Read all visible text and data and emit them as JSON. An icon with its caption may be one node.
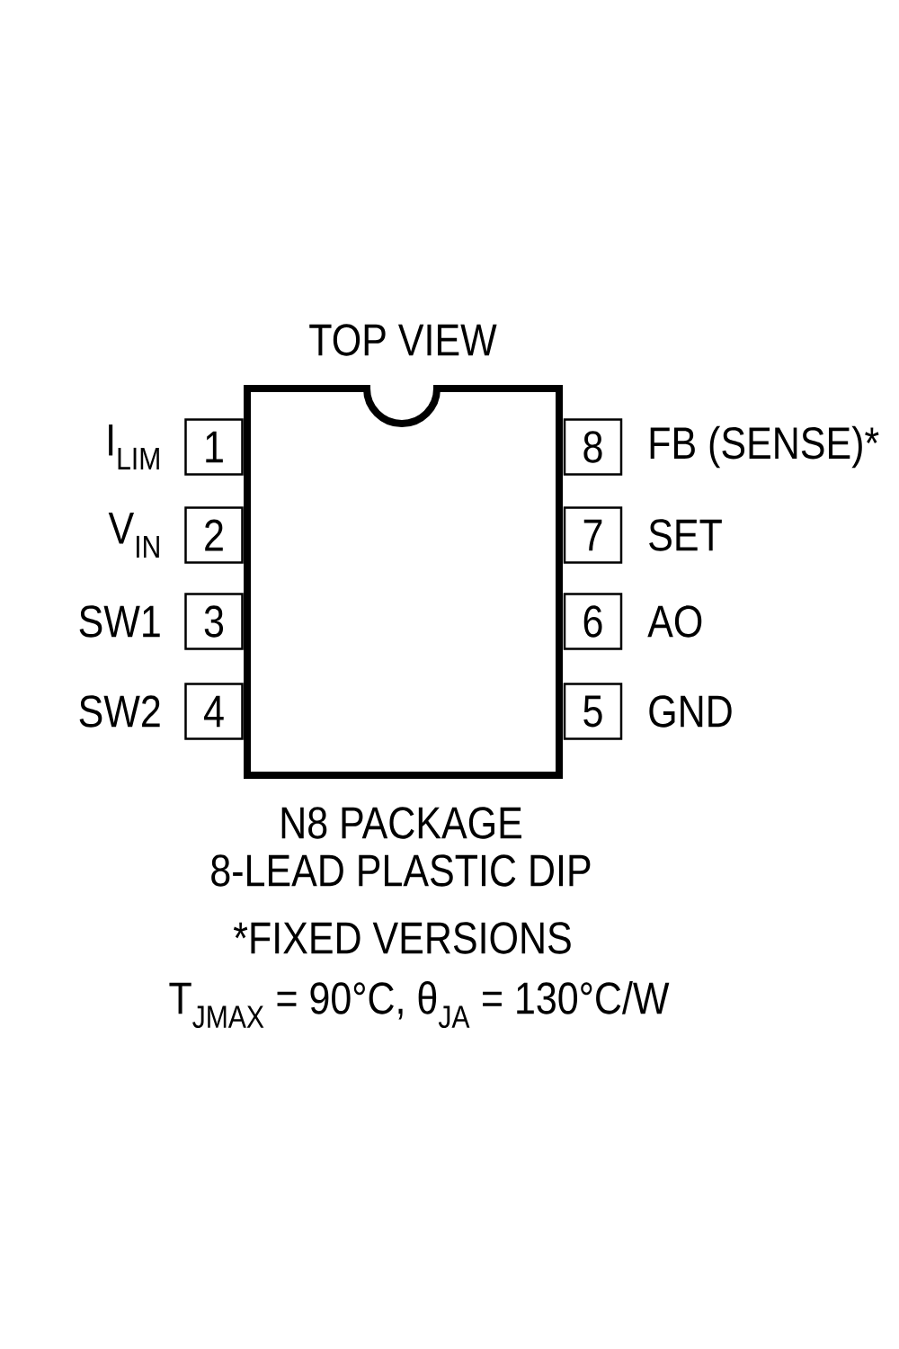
{
  "diagram": {
    "title": "TOP VIEW",
    "nodes": [
      {
        "text": [],
        "shape": "box"
      },
      {
        "text": [
          "1"
        ],
        "beside": [
          "I$_{LIM}$"
        ]
      },
      {
        "text": [
          "2"
        ],
        "beside": [
          "V$_{IN}$"
        ]
      },
      {
        "text": [
          "3"
        ],
        "beside": [
          "SW1"
        ]
      },
      {
        "text": [
          "4"
        ],
        "beside": [
          "SW2"
        ]
      },
      {
        "text": [
          "5"
        ],
        "beside": [
          "GND"
        ]
      },
      {
        "text": [
          "6"
        ],
        "beside": [
          "AO"
        ]
      },
      {
        "text": [
          "7"
        ],
        "beside": [
          "SET"
        ]
      },
      {
        "text": [
          "8"
        ],
        "beside": [
          "FB (SENSE)*"
        ]
      }
    ],
    "labels": [
      "N8 PACKAGE",
      "8-LEAD PLASTIC DIP",
      "*FIXED VERSIONS",
      "T$_{JMAX}$ = 90°C, θ$_{JA}$ = 130°C/W"
    ]
  }
}
